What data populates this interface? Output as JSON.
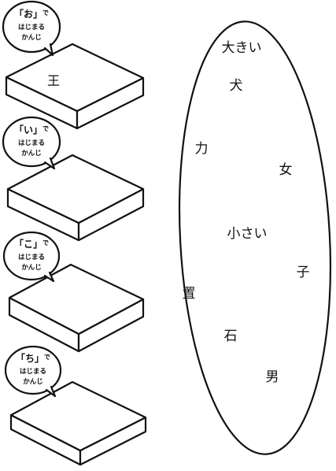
{
  "worksheet": {
    "prompts": [
      {
        "kana": "「お」",
        "suffix": "で",
        "line2": "はじまる",
        "line3": "かんじ",
        "answer": "王"
      },
      {
        "kana": "「い」",
        "suffix": "で",
        "line2": "はじまる",
        "line3": "かんじ"
      },
      {
        "kana": "「こ」",
        "suffix": "で",
        "line2": "はじまる",
        "line3": "かんじ"
      },
      {
        "kana": "「ち」",
        "suffix": "で",
        "line2": "はじまる",
        "line3": "かんじ"
      }
    ],
    "word_bank": [
      "大きい",
      "犬",
      "力",
      "女",
      "小さい",
      "子",
      "置",
      "石",
      "男"
    ]
  }
}
